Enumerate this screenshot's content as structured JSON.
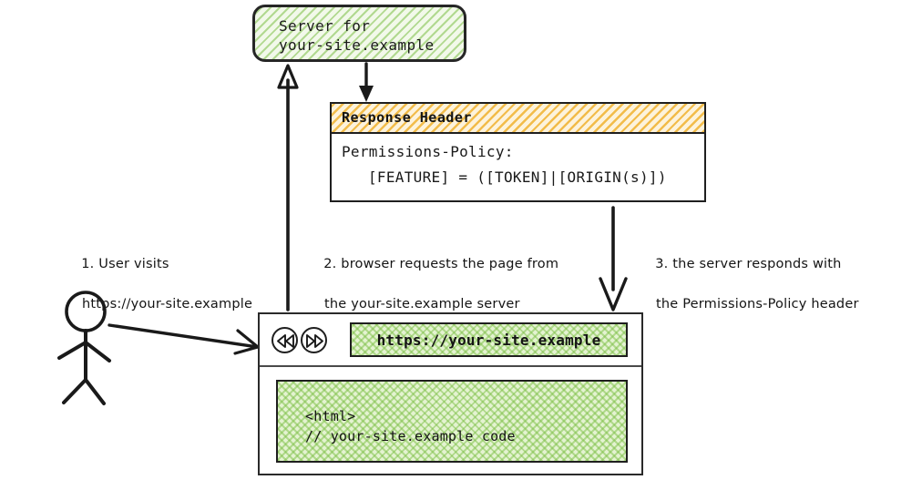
{
  "diagram": {
    "title": "Permissions-Policy response header flow",
    "colors": {
      "green_hatch": "#7cbf46",
      "green_fill": "#e4f3d1",
      "orange_hatch": "#f0b231",
      "orange_fill": "#fdf3dc",
      "ink": "#1a1a1a"
    }
  },
  "server": {
    "line1": "Server for",
    "line2": "your-site.example"
  },
  "response": {
    "header_title": "Response Header",
    "line1": "Permissions-Policy:",
    "line2": "[FEATURE] = ([TOKEN]|[ORIGIN(s)])"
  },
  "captions": [
    {
      "id": "caption-1",
      "line1": "1. User visits",
      "line2": "https://your-site.example"
    },
    {
      "id": "caption-2",
      "line1": "2. browser requests the page from",
      "line2": "the your-site.example server"
    },
    {
      "id": "caption-3",
      "line1": "3. the server responds with",
      "line2": "the Permissions-Policy header"
    }
  ],
  "browser": {
    "back_icon": "rewind-icon",
    "forward_icon": "fast-forward-icon",
    "url_value": "https://your-site.example",
    "url_placeholder": "https://your-site.example",
    "page": {
      "code_line1": "<html>",
      "code_line2": "// your-site.example code"
    }
  },
  "actor": {
    "name": "user-stick-figure"
  },
  "arrows": [
    {
      "name": "arrow-user-to-browser",
      "from": "user",
      "to": "browser"
    },
    {
      "name": "arrow-browser-to-server",
      "from": "browser",
      "to": "server"
    },
    {
      "name": "arrow-server-to-response-header",
      "from": "server",
      "to": "response-header"
    },
    {
      "name": "arrow-response-header-to-browser",
      "from": "response-header",
      "to": "browser"
    }
  ]
}
